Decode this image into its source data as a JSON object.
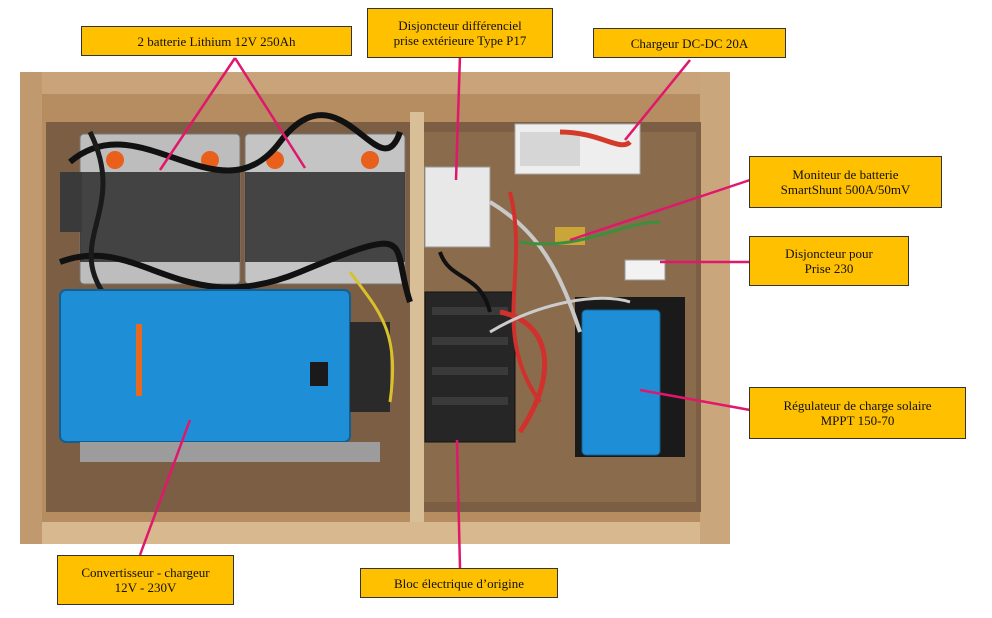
{
  "annotations": {
    "batteries": "2 batterie Lithium 12V 250Ah",
    "rcd_line1": "Disjoncteur différenciel",
    "rcd_line2": "prise extérieure Type P17",
    "dcdc_charger": "Chargeur DC-DC 20A",
    "monitor_line1": "Moniteur de batterie",
    "monitor_line2": "SmartShunt 500A/50mV",
    "breaker_line1": "Disjoncteur pour",
    "breaker_line2": "Prise 230",
    "mppt_line1": "Régulateur de charge solaire",
    "mppt_line2": "MPPT 150-70",
    "inverter_line1": "Convertisseur - chargeur",
    "inverter_line2": "12V - 230V",
    "origin_block": "Bloc électrique d’origine"
  },
  "colors": {
    "label_fill": "#ffc000",
    "leader_line": "#e0176b",
    "victron_blue": "#1e8fd6"
  }
}
